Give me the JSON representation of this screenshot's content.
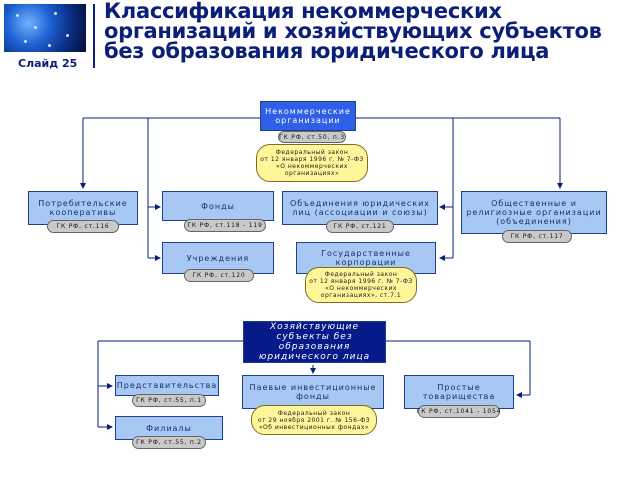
{
  "header": {
    "slide_label": "Слайд 25",
    "title": "Классификация некоммерческих организаций и хозяйствующих субъектов без образования юридического лица"
  },
  "nodes": {
    "noncommercial": "Некоммерческие\nорганизации",
    "noncommercial_ref": "ГК РФ, ст.50, п.3",
    "noncommercial_law": "Федеральный закон\nот 12 января 1996 г. № 7-ФЗ\n«О некоммерческих\nорганизациях»",
    "consumer_coops": "Потребительские\nкооперативы",
    "consumer_coops_ref": "ГК РФ, ст.116",
    "funds": "Фонды",
    "funds_ref": "ГК РФ, ст.118 - 119",
    "associations": "Объединения юридических\nлиц (ассоциации и союзы)",
    "associations_ref": "ГК РФ, ст.121",
    "public_orgs": "Общественные и\nрелигиозные организации\n(объединения)",
    "public_orgs_ref": "ГК РФ, ст.117",
    "institutions": "Учреждения",
    "institutions_ref": "ГК РФ, ст.120",
    "state_corps": "Государственные\nкорпорации",
    "state_corps_law": "Федеральный закон\nот 12 января 1996 г. № 7-ФЗ\n«О некоммерческих\nорганизациях», ст.7.1",
    "business_entities": "Хозяйствующие\nсубъекты без образования\nюридического лица",
    "representations": "Представительства",
    "representations_ref": "ГК РФ, ст.55, п.1",
    "branches": "Филиалы",
    "branches_ref": "ГК РФ, ст.55, п.2",
    "mutual_funds": "Паевые инвестиционные\nфонды",
    "mutual_funds_law": "Федеральный закон\nот 29 ноября 2001 г. № 156-ФЗ\n«Об инвестиционных фондах»",
    "partnerships": "Простые\nтоварищества",
    "partnerships_ref": "ГК РФ, ст.1041 - 1054"
  }
}
